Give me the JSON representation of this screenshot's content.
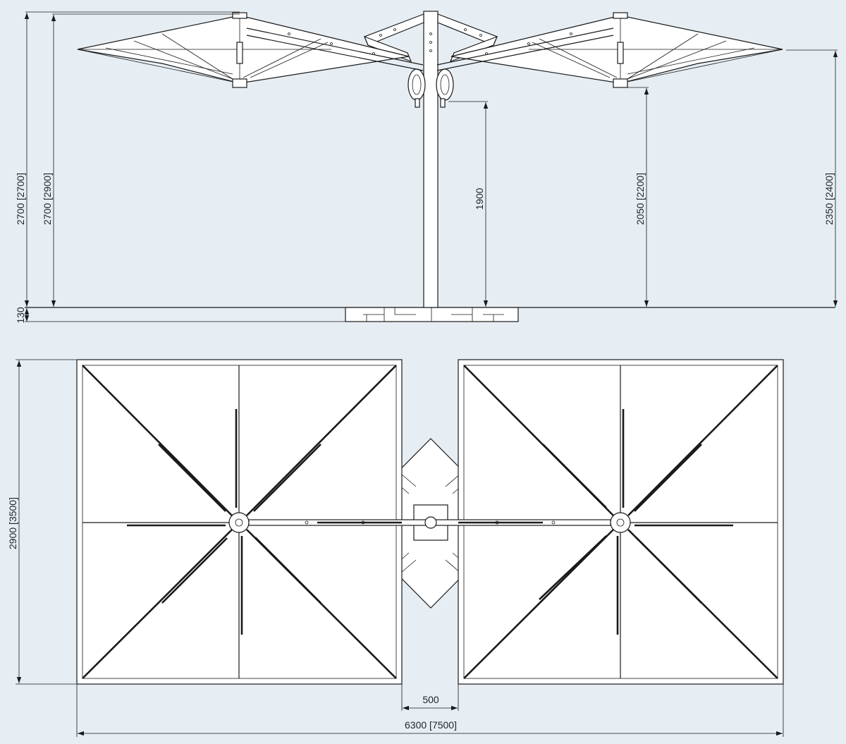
{
  "colors": {
    "background": "#e6eef4",
    "canopy": "#ffffff",
    "line": "#1a1a1a",
    "text": "#1f2428"
  },
  "side_view": {
    "dims": {
      "overall_height": "2700 [2700]",
      "canopy_top_height": "2700 [2900]",
      "base_height": "130",
      "arm_clearance": "1900",
      "canopy_hub_height": "2050 [2200]",
      "canopy_edge_height": "2350 [2400]"
    }
  },
  "top_view": {
    "dims": {
      "canopy_depth": "2900 [3500]",
      "gap_between_canopies": "500",
      "overall_width": "6300 [7500]"
    }
  }
}
